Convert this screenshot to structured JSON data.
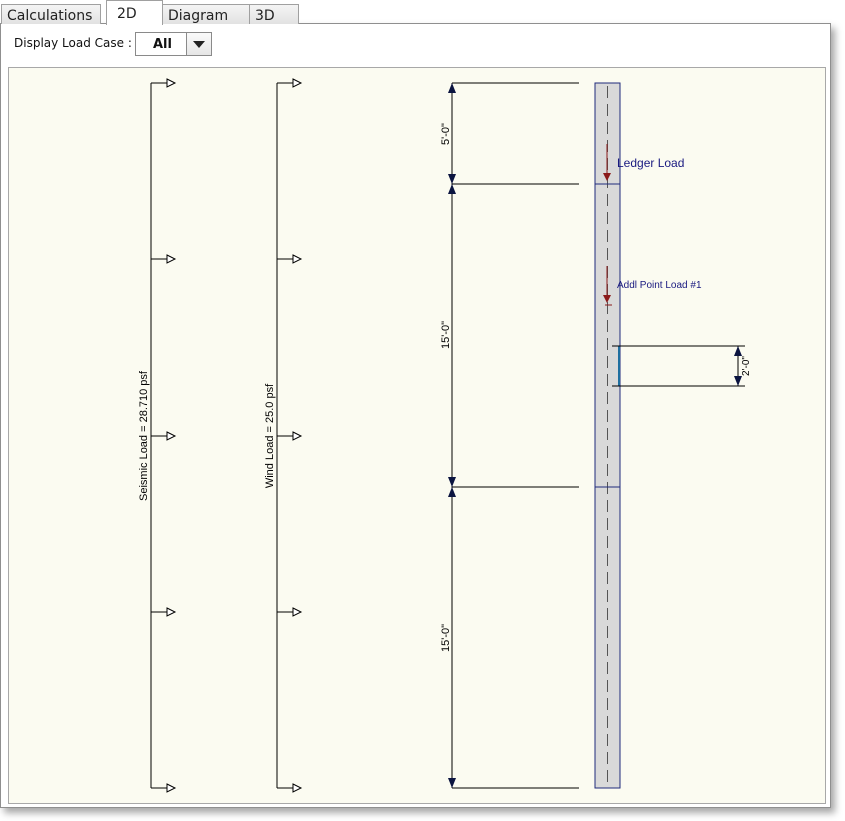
{
  "tabs": [
    {
      "label": "Calculations",
      "active": false
    },
    {
      "label": "2D",
      "active": true
    },
    {
      "label": "Diagram",
      "active": false
    },
    {
      "label": "3D",
      "active": false
    }
  ],
  "toolbar": {
    "display_load_case_label": "Display Load Case :",
    "load_case_value": "All"
  },
  "drawing": {
    "seismic_load_label": "Seismic Load = 28.710 psf",
    "wind_load_label": "Wind Load = 25.0 psf",
    "dimensions": [
      "5'-0\"",
      "15'-0\"",
      "15'-0\""
    ],
    "ledger_load_label": "Ledger Load",
    "point_load_label": "Addl Point Load #1",
    "opening_dimension": "2'-0\""
  },
  "colors": {
    "background_drawing": "#fbfbf1",
    "column_fill": "#d9d9d9",
    "column_outline": "#1f2a7a",
    "load_arrow": "#8b1a1a",
    "label_text": "#1a1a80",
    "dimension_arrow": "#0b1440",
    "opening_edge": "#1f6fa0"
  }
}
